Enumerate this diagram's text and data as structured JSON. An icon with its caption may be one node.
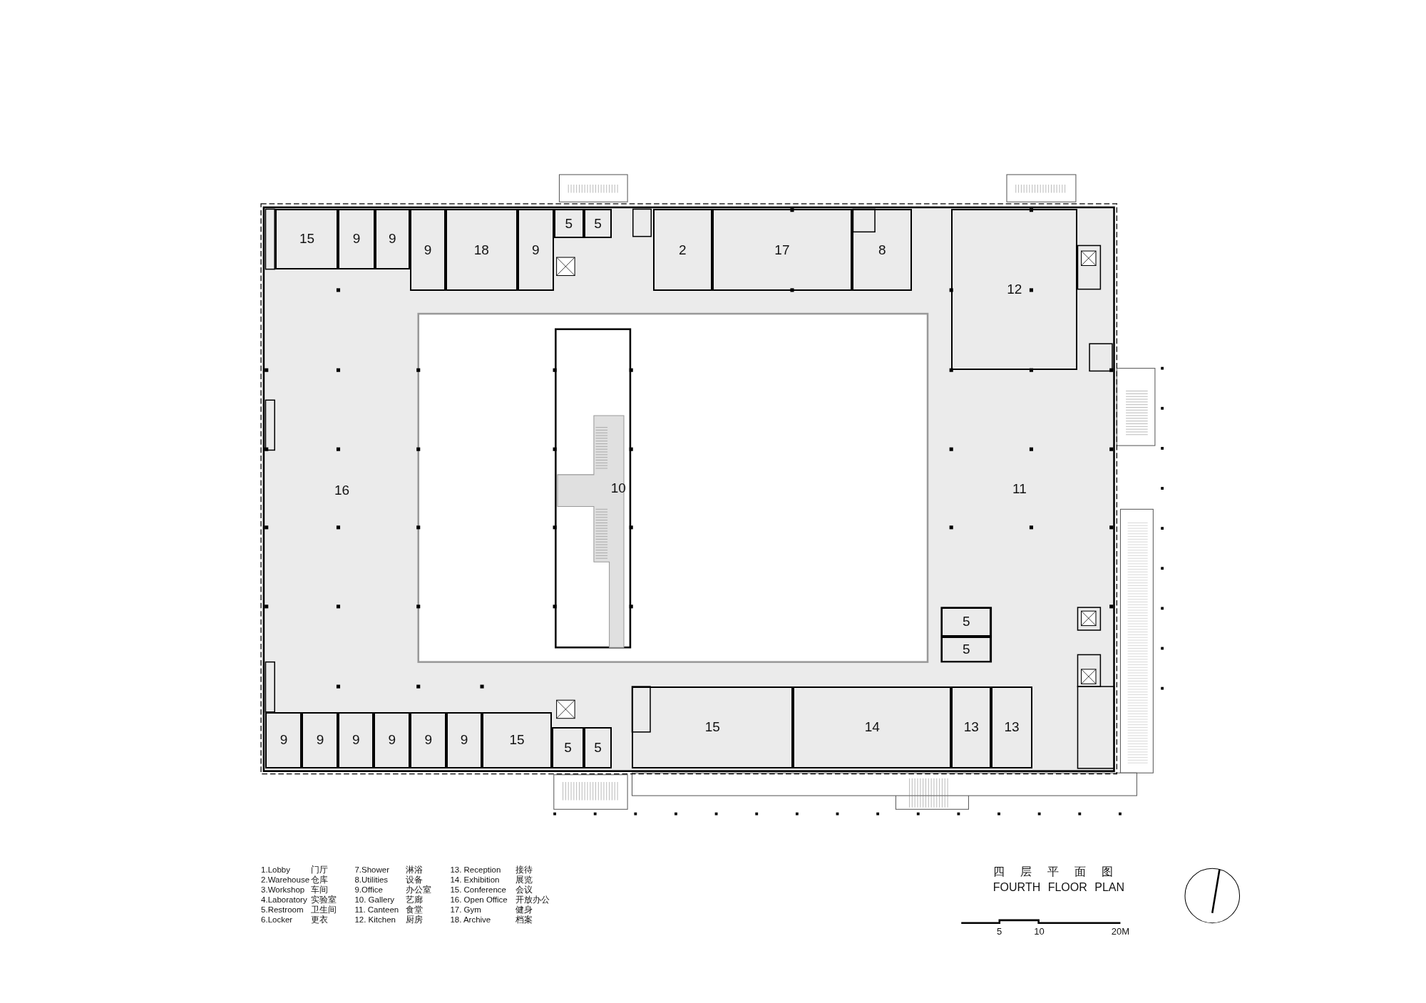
{
  "diagram": {
    "title": "四层平面图",
    "nodes": [
      {
        "text": [
          "15"
        ]
      },
      {
        "text": [
          "9"
        ]
      },
      {
        "text": [
          "9"
        ]
      },
      {
        "text": [
          "9"
        ]
      },
      {
        "text": [
          "18"
        ]
      },
      {
        "text": [
          "9"
        ]
      },
      {
        "text": [
          "5"
        ]
      },
      {
        "text": [
          "5"
        ]
      },
      {
        "text": [
          "2"
        ]
      },
      {
        "text": [
          "17"
        ]
      },
      {
        "text": [
          "8"
        ]
      },
      {
        "text": [
          "12"
        ]
      },
      {
        "text": [
          "16"
        ]
      },
      {
        "text": [
          "10"
        ]
      },
      {
        "text": [
          "11"
        ]
      },
      {
        "text": [
          "5"
        ]
      },
      {
        "text": [
          "5"
        ]
      },
      {
        "text": [
          "9"
        ]
      },
      {
        "text": [
          "9"
        ]
      },
      {
        "text": [
          "9"
        ]
      },
      {
        "text": [
          "9"
        ]
      },
      {
        "text": [
          "9"
        ]
      },
      {
        "text": [
          "9"
        ]
      },
      {
        "text": [
          "15"
        ]
      },
      {
        "text": [
          "5"
        ]
      },
      {
        "text": [
          "5"
        ]
      },
      {
        "text": [
          "15"
        ]
      },
      {
        "text": [
          "14"
        ]
      },
      {
        "text": [
          "13"
        ]
      },
      {
        "text": [
          "13"
        ]
      }
    ],
    "labels": [
      "1.Lobby",
      "门厅",
      "7.Shower",
      "淋浴",
      "13. Reception",
      "接待",
      "2.Warehouse",
      "仓库",
      "8.Utilities",
      "设备",
      "14. Exhibition",
      "展览",
      "3.Workshop",
      "车间",
      "9.Office",
      "办公室",
      "15. Conference",
      "会议",
      "4.Laboratory",
      "实验室",
      "10. Gallery",
      "艺廊",
      "16. Open Office",
      "开放办公",
      "5.Restroom",
      "卫生间",
      "11. Canteen",
      "食堂",
      "17. Gym",
      "健身",
      "6.Locker",
      "更衣",
      "12. Kitchen",
      "厨房",
      "18. Archive",
      "档案",
      "FOURTH FLOOR PLAN",
      "5",
      "10",
      "20M"
    ]
  }
}
